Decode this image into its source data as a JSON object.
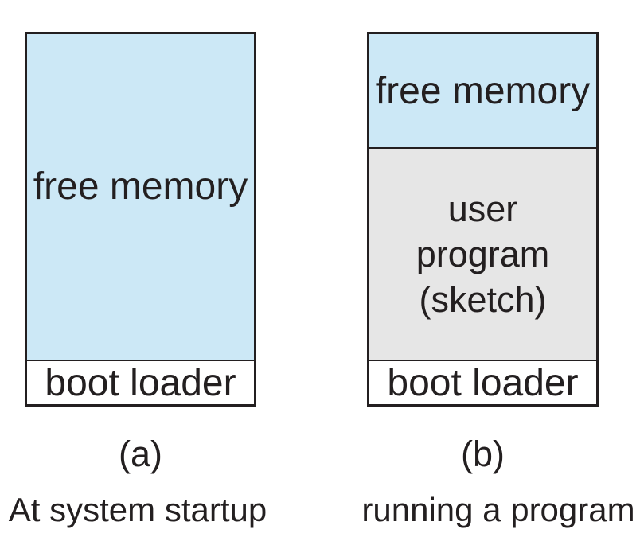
{
  "figure": {
    "panels": [
      {
        "id": "a",
        "label": "(a)",
        "caption": "At system startup",
        "segments": {
          "free_memory": {
            "text": "free memory"
          },
          "boot_loader": {
            "text": "boot loader"
          }
        }
      },
      {
        "id": "b",
        "label": "(b)",
        "caption": "running a program",
        "segments": {
          "free_memory": {
            "text": "free memory"
          },
          "user_program": {
            "text": "user\nprogram\n(sketch)"
          },
          "boot_loader": {
            "text": "boot loader"
          }
        }
      }
    ],
    "colors": {
      "free_memory_fill": "#cce8f6",
      "user_program_fill": "#e6e6e6",
      "boot_loader_fill": "#ffffff",
      "border": "#231f20",
      "text": "#231f20",
      "background": "#ffffff"
    }
  }
}
